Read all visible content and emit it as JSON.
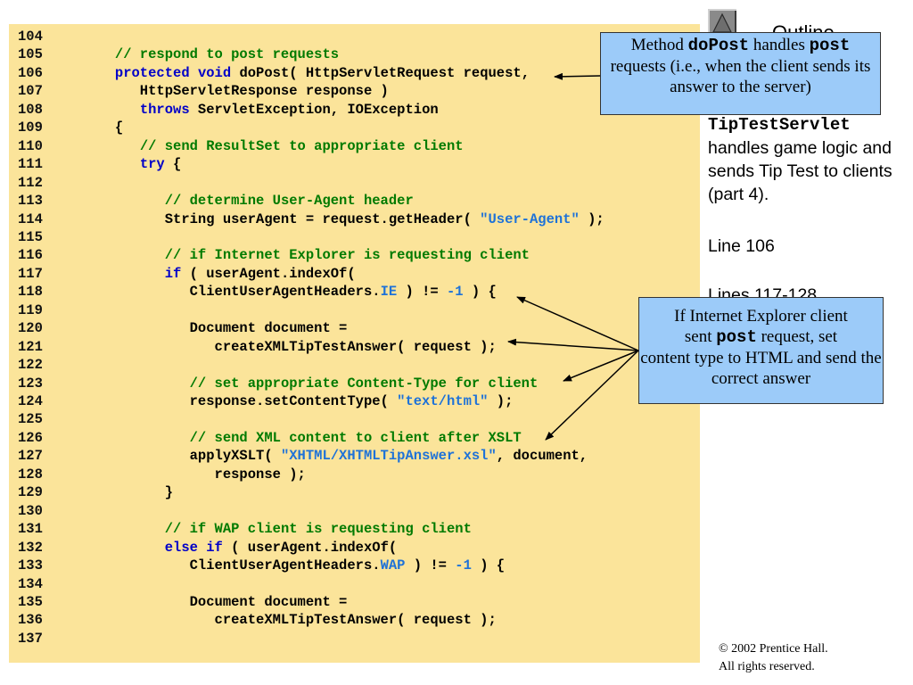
{
  "code": {
    "lines": [
      {
        "n": "104",
        "tokens": []
      },
      {
        "n": "105",
        "tokens": [
          {
            "t": "   "
          },
          {
            "t": "// respond to post requests",
            "c": "comment"
          }
        ]
      },
      {
        "n": "106",
        "tokens": [
          {
            "t": "   "
          },
          {
            "t": "protected",
            "c": "keyword"
          },
          {
            "t": " "
          },
          {
            "t": "void",
            "c": "keyword"
          },
          {
            "t": " doPost( HttpServletRequest request,"
          }
        ]
      },
      {
        "n": "107",
        "tokens": [
          {
            "t": "      HttpServletResponse response )"
          }
        ]
      },
      {
        "n": "108",
        "tokens": [
          {
            "t": "      "
          },
          {
            "t": "throws",
            "c": "keyword"
          },
          {
            "t": " ServletException, IOException"
          }
        ]
      },
      {
        "n": "109",
        "tokens": [
          {
            "t": "   {"
          }
        ]
      },
      {
        "n": "110",
        "tokens": [
          {
            "t": "      "
          },
          {
            "t": "// send ResultSet to appropriate client",
            "c": "comment"
          }
        ]
      },
      {
        "n": "111",
        "tokens": [
          {
            "t": "      "
          },
          {
            "t": "try",
            "c": "keyword"
          },
          {
            "t": " {"
          }
        ]
      },
      {
        "n": "112",
        "tokens": []
      },
      {
        "n": "113",
        "tokens": [
          {
            "t": "         "
          },
          {
            "t": "// determine User-Agent header",
            "c": "comment"
          }
        ]
      },
      {
        "n": "114",
        "tokens": [
          {
            "t": "         String userAgent = request.getHeader( "
          },
          {
            "t": "\"User-Agent\"",
            "c": "string"
          },
          {
            "t": " );"
          }
        ]
      },
      {
        "n": "115",
        "tokens": []
      },
      {
        "n": "116",
        "tokens": [
          {
            "t": "         "
          },
          {
            "t": "// if Internet Explorer is requesting client",
            "c": "comment"
          }
        ]
      },
      {
        "n": "117",
        "tokens": [
          {
            "t": "         "
          },
          {
            "t": "if",
            "c": "keyword"
          },
          {
            "t": " ( userAgent.indexOf("
          }
        ]
      },
      {
        "n": "118",
        "tokens": [
          {
            "t": "            ClientUserAgentHeaders."
          },
          {
            "t": "IE",
            "c": "string"
          },
          {
            "t": " ) != "
          },
          {
            "t": "-1",
            "c": "string"
          },
          {
            "t": " ) {"
          }
        ]
      },
      {
        "n": "119",
        "tokens": []
      },
      {
        "n": "120",
        "tokens": [
          {
            "t": "            Document document ="
          }
        ]
      },
      {
        "n": "121",
        "tokens": [
          {
            "t": "               createXMLTipTestAnswer( request );"
          }
        ]
      },
      {
        "n": "122",
        "tokens": []
      },
      {
        "n": "123",
        "tokens": [
          {
            "t": "            "
          },
          {
            "t": "// set appropriate Content-Type for client",
            "c": "comment"
          }
        ]
      },
      {
        "n": "124",
        "tokens": [
          {
            "t": "            response.setContentType( "
          },
          {
            "t": "\"text/html\"",
            "c": "string"
          },
          {
            "t": " );"
          }
        ]
      },
      {
        "n": "125",
        "tokens": []
      },
      {
        "n": "126",
        "tokens": [
          {
            "t": "            "
          },
          {
            "t": "// send XML content to client after XSLT",
            "c": "comment"
          }
        ]
      },
      {
        "n": "127",
        "tokens": [
          {
            "t": "            applyXSLT( "
          },
          {
            "t": "\"XHTML/XHTMLTipAnswer.xsl\"",
            "c": "string"
          },
          {
            "t": ", document,"
          }
        ]
      },
      {
        "n": "128",
        "tokens": [
          {
            "t": "               response );"
          }
        ]
      },
      {
        "n": "129",
        "tokens": [
          {
            "t": "         }"
          }
        ]
      },
      {
        "n": "130",
        "tokens": []
      },
      {
        "n": "131",
        "tokens": [
          {
            "t": "         "
          },
          {
            "t": "// if WAP client is requesting client",
            "c": "comment"
          }
        ]
      },
      {
        "n": "132",
        "tokens": [
          {
            "t": "         "
          },
          {
            "t": "else",
            "c": "keyword"
          },
          {
            "t": " "
          },
          {
            "t": "if",
            "c": "keyword"
          },
          {
            "t": " ( userAgent.indexOf("
          }
        ]
      },
      {
        "n": "133",
        "tokens": [
          {
            "t": "            ClientUserAgentHeaders."
          },
          {
            "t": "WAP",
            "c": "string"
          },
          {
            "t": " ) != "
          },
          {
            "t": "-1",
            "c": "string"
          },
          {
            "t": " ) {"
          }
        ]
      },
      {
        "n": "134",
        "tokens": []
      },
      {
        "n": "135",
        "tokens": [
          {
            "t": "            Document document ="
          }
        ]
      },
      {
        "n": "136",
        "tokens": [
          {
            "t": "               createXMLTipTestAnswer( request );"
          }
        ]
      },
      {
        "n": "137",
        "tokens": []
      }
    ]
  },
  "callouts": {
    "dopost": {
      "pre": "Method ",
      "code1": "doPost",
      "mid": " handles ",
      "code2": "post",
      "rest": "requests (i.e., when the client sends its answer to the server)"
    },
    "ie": {
      "line1": "If Internet Explorer client",
      "pre": "sent ",
      "code": "post",
      "post": " request, set",
      "rest": "content type to HTML and send the correct answer"
    }
  },
  "outline": {
    "title": "Outline",
    "class_name": "TipTestServlet",
    "description": "handles game logic and sends Tip Test to clients (part 4).",
    "line106": "Line 106",
    "lines117": "Lines 117-128"
  },
  "footer": {
    "copyright_symbol": "©",
    "copyright_line1": " 2002 Prentice Hall.",
    "copyright_line2": "All rights reserved."
  },
  "colors": {
    "panel": "#fbe49a",
    "callout": "#9ccbf9",
    "comment": "#007a00",
    "keyword": "#0000c8",
    "string": "#1e72d8"
  },
  "icons": {
    "outline_nav": "triangle-up-icon"
  }
}
